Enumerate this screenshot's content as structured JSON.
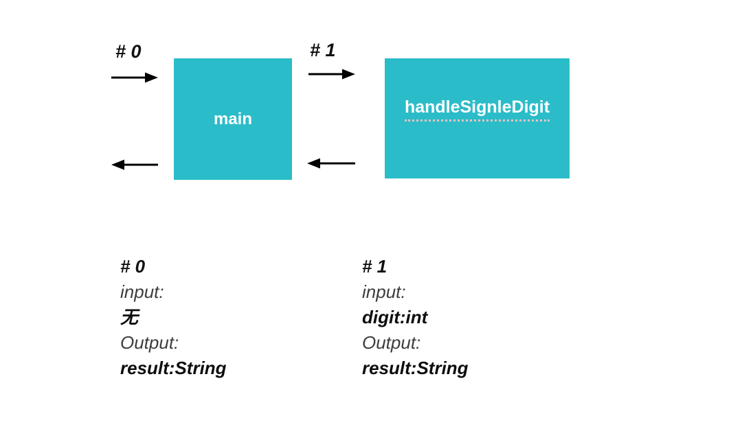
{
  "diagram": {
    "boxes": [
      {
        "name": "main"
      },
      {
        "name": "handleSignleDigit"
      }
    ],
    "calls": [
      {
        "label": "# 0"
      },
      {
        "label": "# 1"
      }
    ],
    "colors": {
      "box_fill": "#2BBCC9",
      "box_text": "#FFFFFF",
      "arrow": "#000000",
      "spellcheck_underline": "#EFC2C2"
    }
  },
  "specs": [
    {
      "id": "# 0",
      "input_label": "input:",
      "input_value": "无",
      "output_label": "Output:",
      "output_value": "result:String"
    },
    {
      "id": "# 1",
      "input_label": "input:",
      "input_value": "digit:int",
      "output_label": "Output:",
      "output_value": "result:String"
    }
  ]
}
